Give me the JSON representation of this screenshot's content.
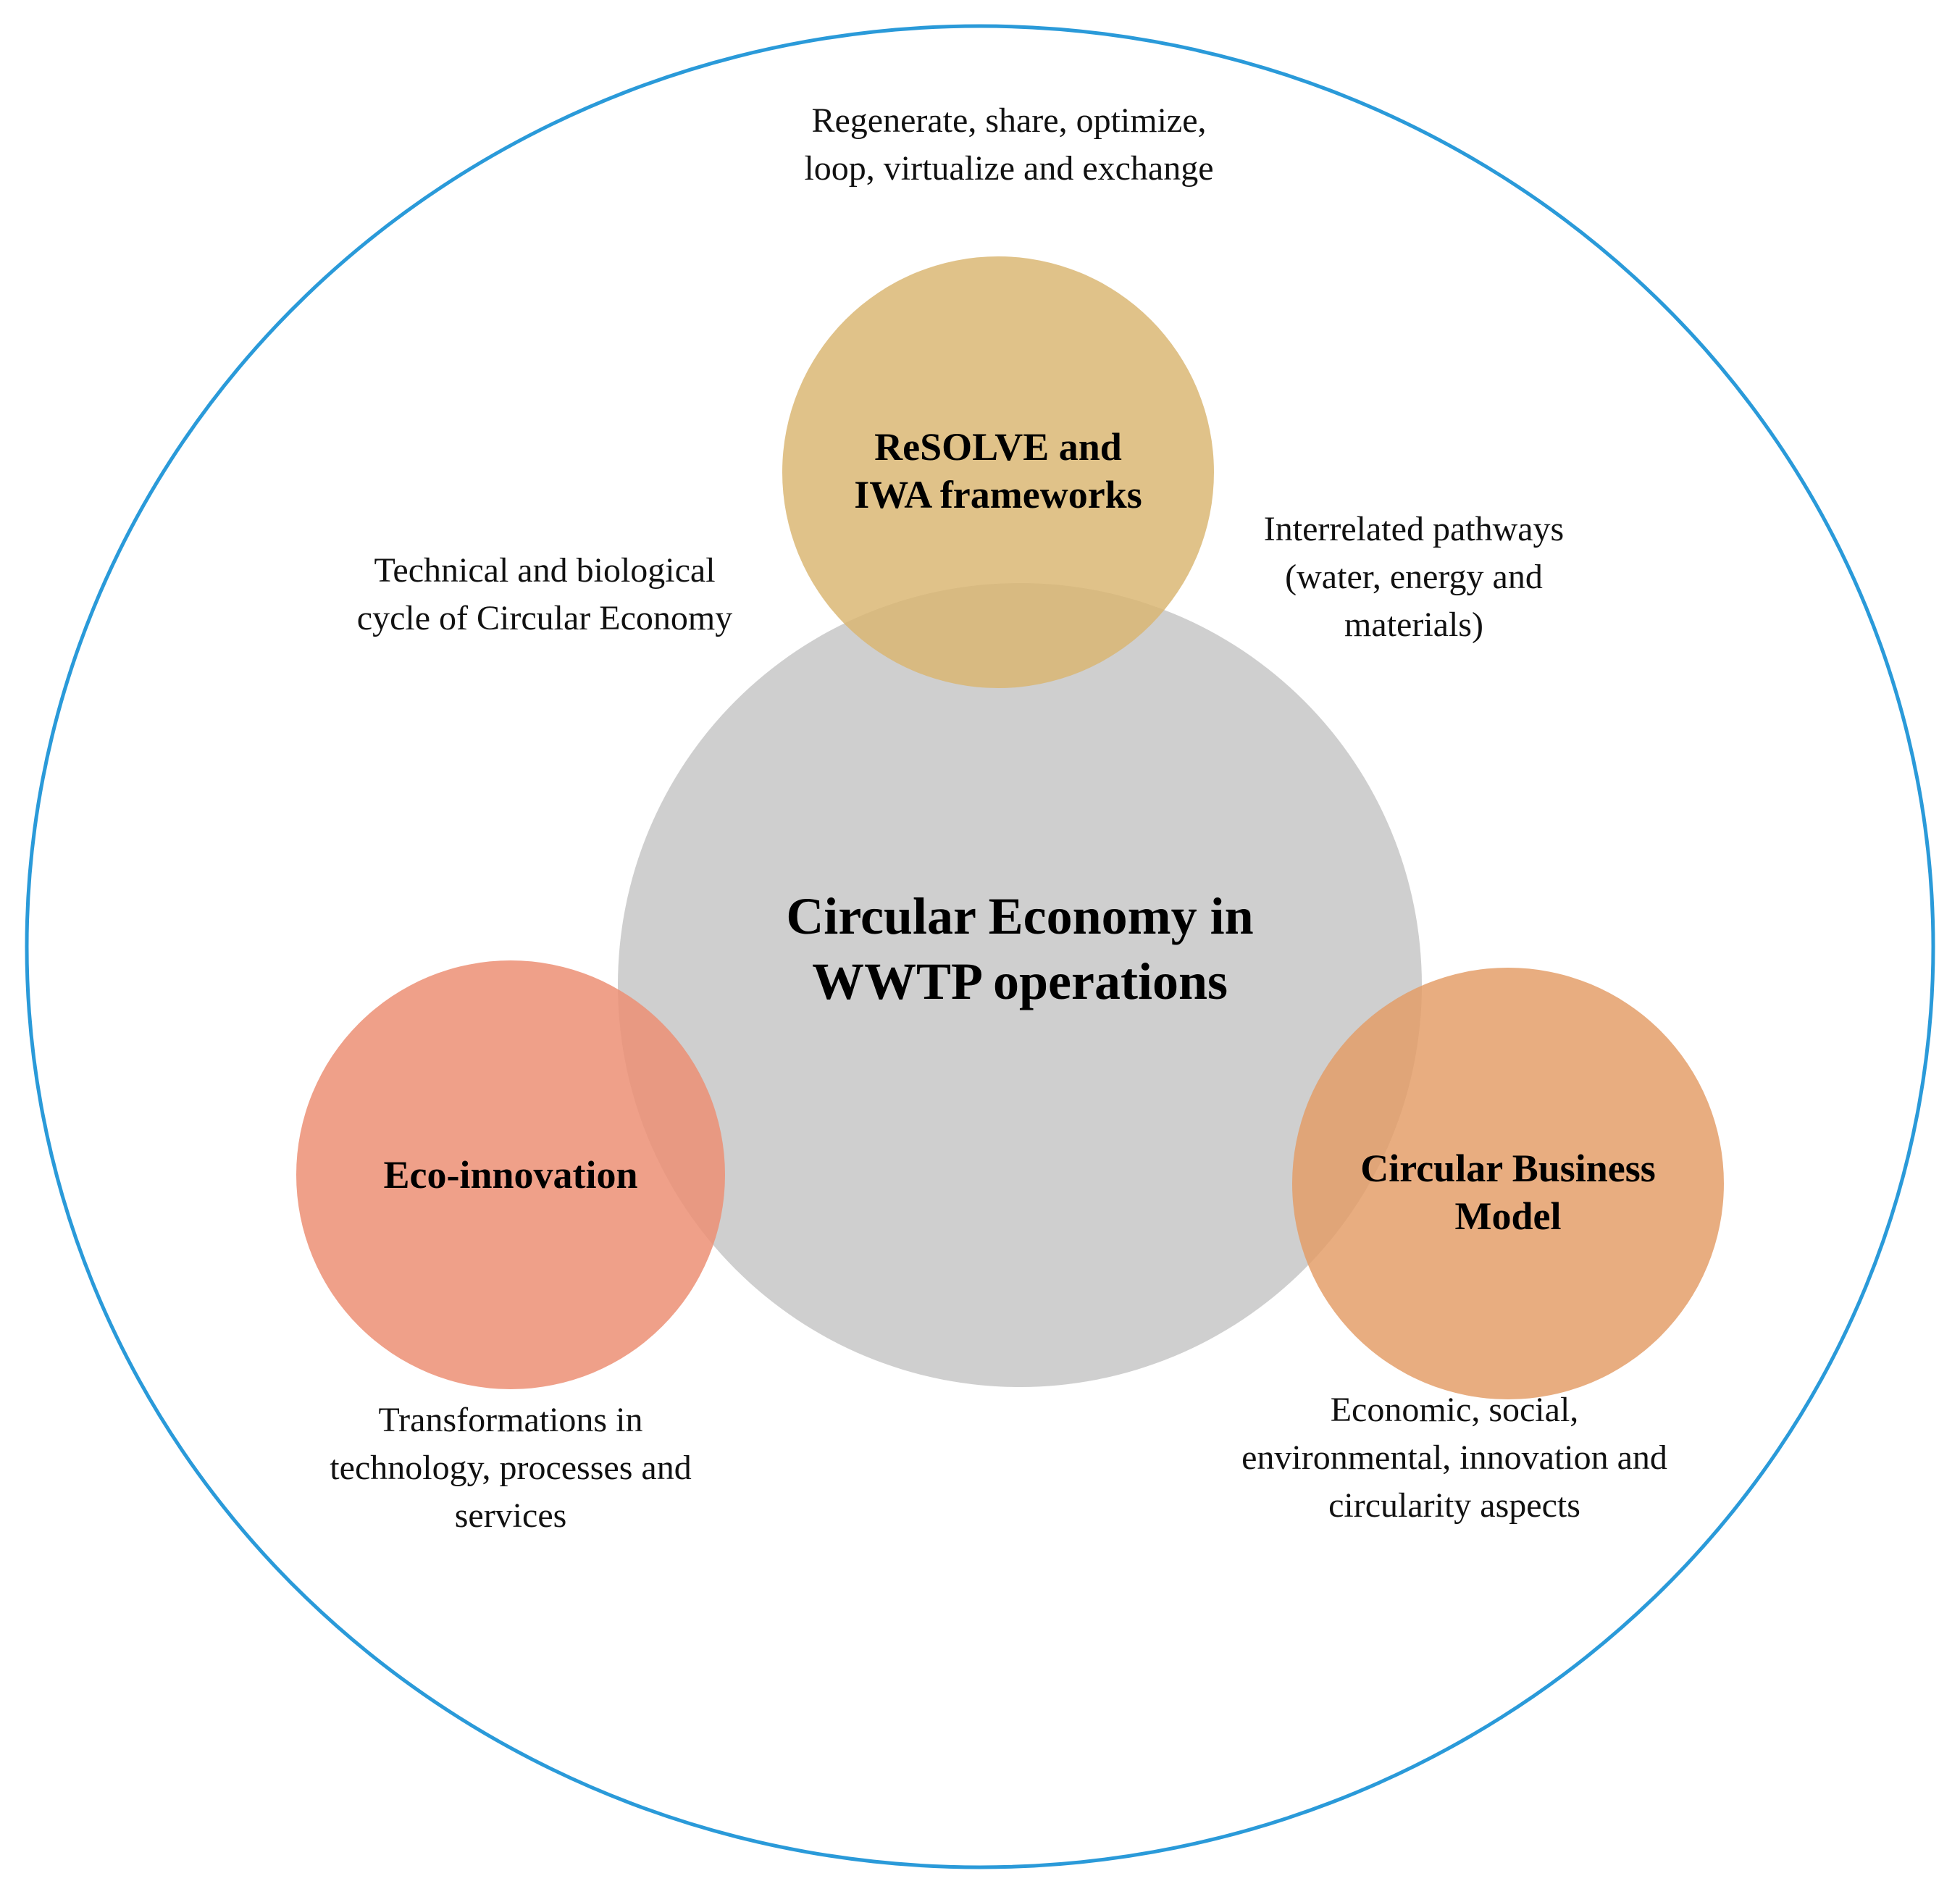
{
  "diagram": {
    "center": {
      "lines": [
        "Circular Economy in",
        "WWTP operations"
      ],
      "color": "#cfcfcf"
    },
    "nodes": [
      {
        "id": "resolve",
        "lines": [
          "ReSOLVE and",
          "IWA frameworks"
        ],
        "color": "#d9b46f",
        "opacity": 0.82
      },
      {
        "id": "eco",
        "lines": [
          "Eco-innovation"
        ],
        "color": "#ec8f74",
        "opacity": 0.85
      },
      {
        "id": "cbm",
        "lines": [
          "Circular Business",
          "Model"
        ],
        "color": "#e39b64",
        "opacity": 0.82
      }
    ],
    "annotations": {
      "regenerate": [
        "Regenerate, share, optimize,",
        "loop, virtualize and exchange"
      ],
      "technical": [
        "Technical and biological",
        "cycle of Circular Economy"
      ],
      "interrelated": [
        "Interrelated pathways",
        "(water, energy and",
        "materials)"
      ],
      "transformations": [
        "Transformations in",
        "technology, processes and",
        "services"
      ],
      "economic": [
        "Economic, social,",
        "environmental, innovation and",
        "circularity aspects"
      ]
    },
    "outer_ring_color": "#2a9ad9"
  }
}
